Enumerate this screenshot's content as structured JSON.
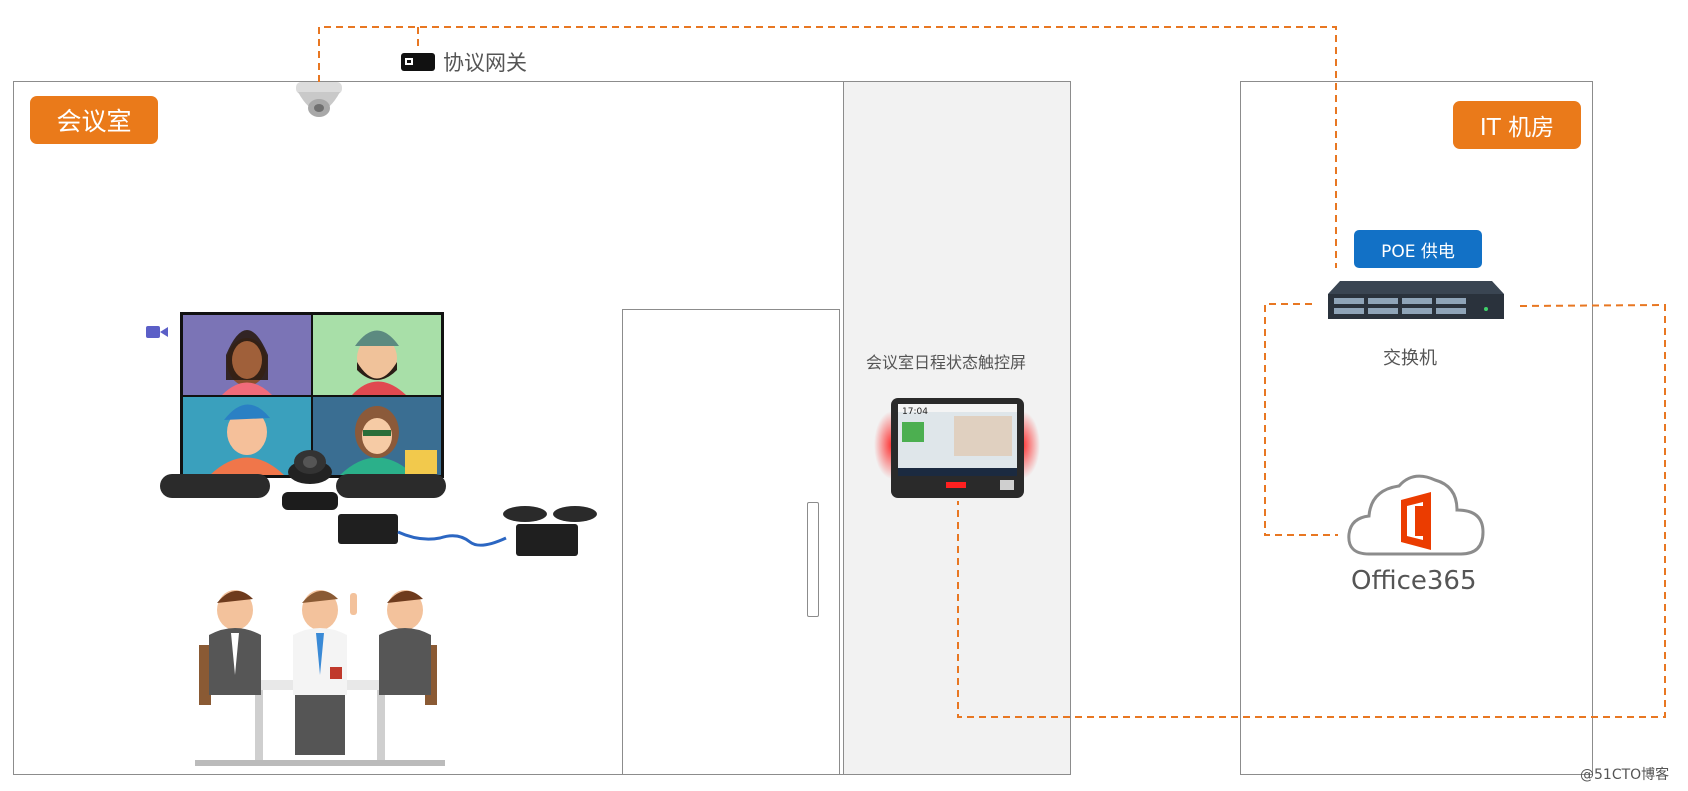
{
  "meeting_room": {
    "label": "会议室"
  },
  "it_room": {
    "label": "IT 机房"
  },
  "gateway": {
    "label": "协议网关",
    "icon": "gateway-device-icon"
  },
  "camera": {
    "icon": "dome-camera-icon"
  },
  "touch_panel": {
    "label": "会议室日程状态触控屏",
    "time": "17:04"
  },
  "poe": {
    "label": "POE 供电"
  },
  "switch": {
    "label": "交换机"
  },
  "cloud": {
    "label": "Office365",
    "icon": "office365-cloud-icon"
  },
  "watermark": {
    "text": "@51CTO博客"
  },
  "colors": {
    "orange": "#ea7a1a",
    "dashed_line": "#e87722",
    "poe_blue": "#1271c6",
    "corridor_gray": "#f2f2f2",
    "border": "#8c8c8c",
    "video_camera_purple": "#5b5fc7"
  }
}
